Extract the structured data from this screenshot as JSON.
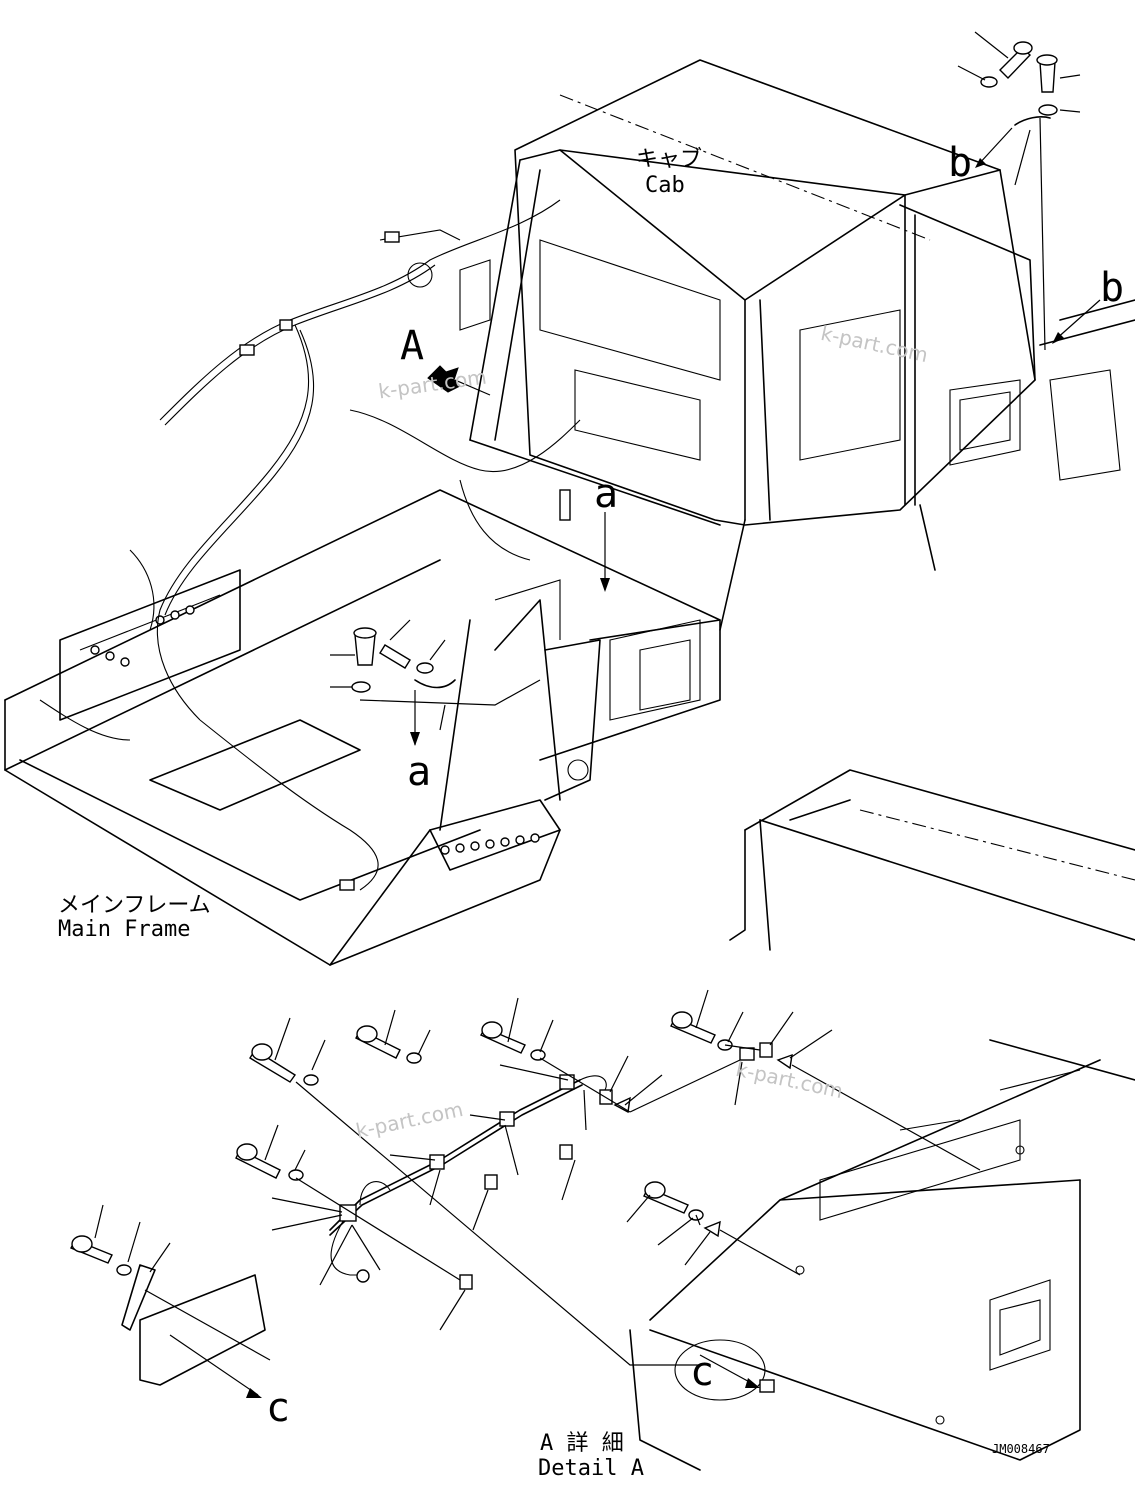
{
  "labels": {
    "cab_jp": "キャブ",
    "cab_en": "Cab",
    "main_frame_jp": "メインフレーム",
    "main_frame_en": "Main Frame",
    "detail_jp": "A 詳 細",
    "detail_en": "Detail A",
    "callout_A": "A",
    "callout_a_top": "a",
    "callout_a_bottom": "a",
    "callout_b_top": "b",
    "callout_b_right": "b",
    "callout_c_left": "c",
    "callout_c_right": "c",
    "drawing_code": "JM008467"
  },
  "watermarks": [
    "k-part.com",
    "k-part.com",
    "k-part.com",
    "k-part.com"
  ]
}
